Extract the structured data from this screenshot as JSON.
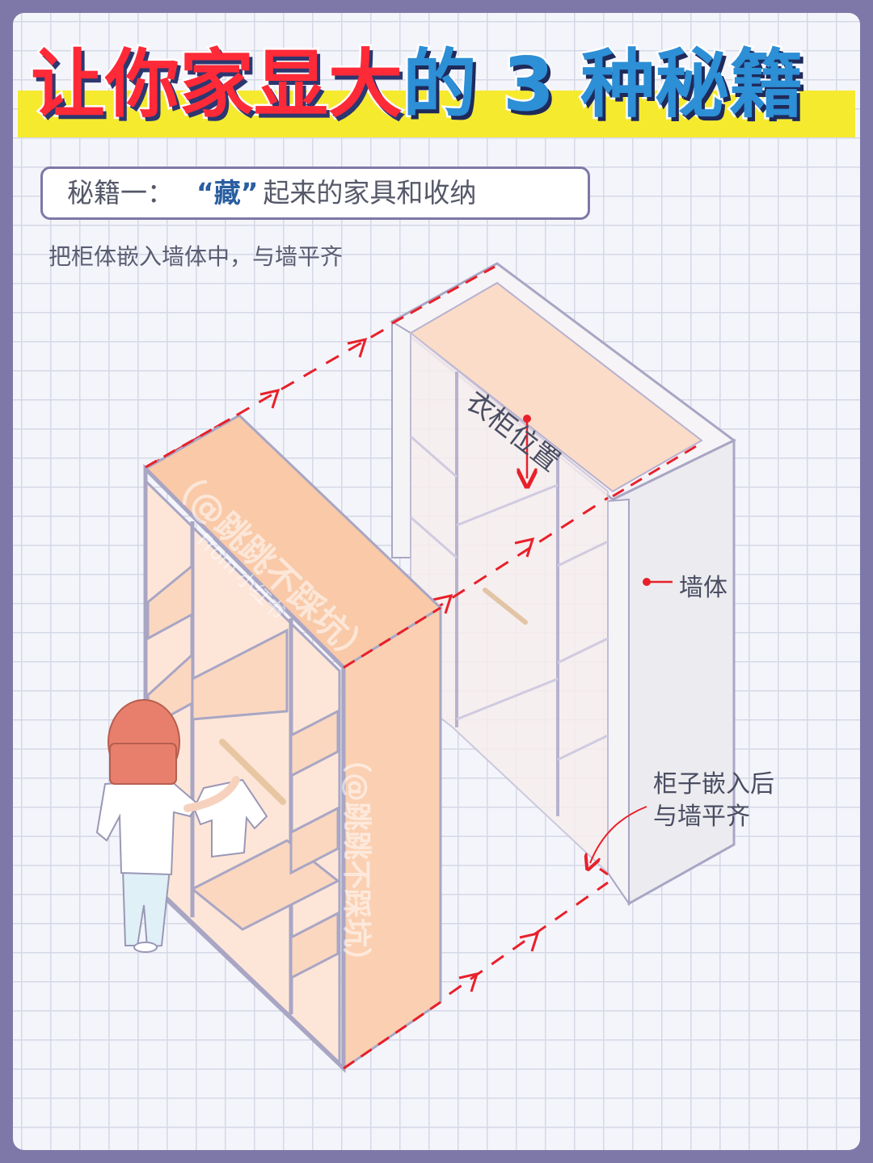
{
  "title": {
    "red_part": "让你家显大",
    "blue_part": "的 3 种秘籍"
  },
  "subtitle": {
    "prefix": "秘籍一：",
    "highlight": "“藏”",
    "rest": "起来的家具和收纳"
  },
  "description": "把柜体嵌入墙体中，与墙平齐",
  "labels": {
    "wardrobe_position": "衣柜位置",
    "wall": "墙体",
    "flush_note_line1": "柜子嵌入后",
    "flush_note_line2": "与墙平齐"
  },
  "watermark": {
    "handle": "（@跳跳不踩坑）",
    "source": "From 小红书"
  },
  "colors": {
    "background": "#7d78a8",
    "title_red": "#ff2a38",
    "title_blue": "#2d8fd6",
    "title_band": "#f6ea2f",
    "cabinet_fill": "#fbd3b8",
    "dashed_red": "#e8202a",
    "wall_fill": "#ececf0"
  }
}
